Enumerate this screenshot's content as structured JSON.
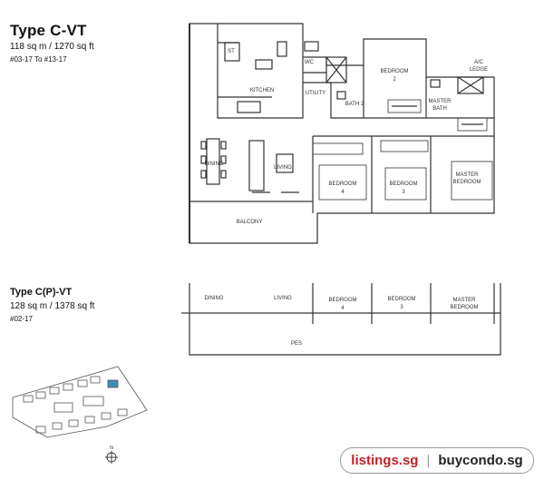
{
  "type_a": {
    "title": "Type C-VT",
    "area": "118 sq m / 1270 sq ft",
    "units": "#03-17 To #13-17"
  },
  "type_b": {
    "title": "Type C(P)-VT",
    "area": "128 sq m / 1378 sq ft",
    "units": "#02-17"
  },
  "rooms_a": {
    "st": "ST",
    "wc": "WC",
    "kitchen": "KITCHEN",
    "utility": "UTILITY",
    "bath2": "BATH 2",
    "bedroom2_a": "BEDROOM",
    "bedroom2_b": "2",
    "ac_a": "A/C",
    "ac_b": "LEDGE",
    "master_bath_a": "MASTER",
    "master_bath_b": "BATH",
    "dining": "DINING",
    "living": "LIVING",
    "bedroom4_a": "BEDROOM",
    "bedroom4_b": "4",
    "bedroom3_a": "BEDROOM",
    "bedroom3_b": "3",
    "master_bed_a": "MASTER",
    "master_bed_b": "BEDROOM",
    "balcony": "BALCONY"
  },
  "rooms_b": {
    "dining": "DINING",
    "living": "LIVING",
    "bedroom4_a": "BEDROOM",
    "bedroom4_b": "4",
    "bedroom3_a": "BEDROOM",
    "bedroom3_b": "3",
    "master_a": "MASTER",
    "master_b": "BEDROOM",
    "pes": "PES"
  },
  "compass": "N",
  "watermark": {
    "left": "listings.sg",
    "sep": "|",
    "right": "buycondo.sg"
  },
  "colors": {
    "wall": "#333333",
    "highlight_unit": "#3a8fb0",
    "watermark_red": "#c22229"
  }
}
